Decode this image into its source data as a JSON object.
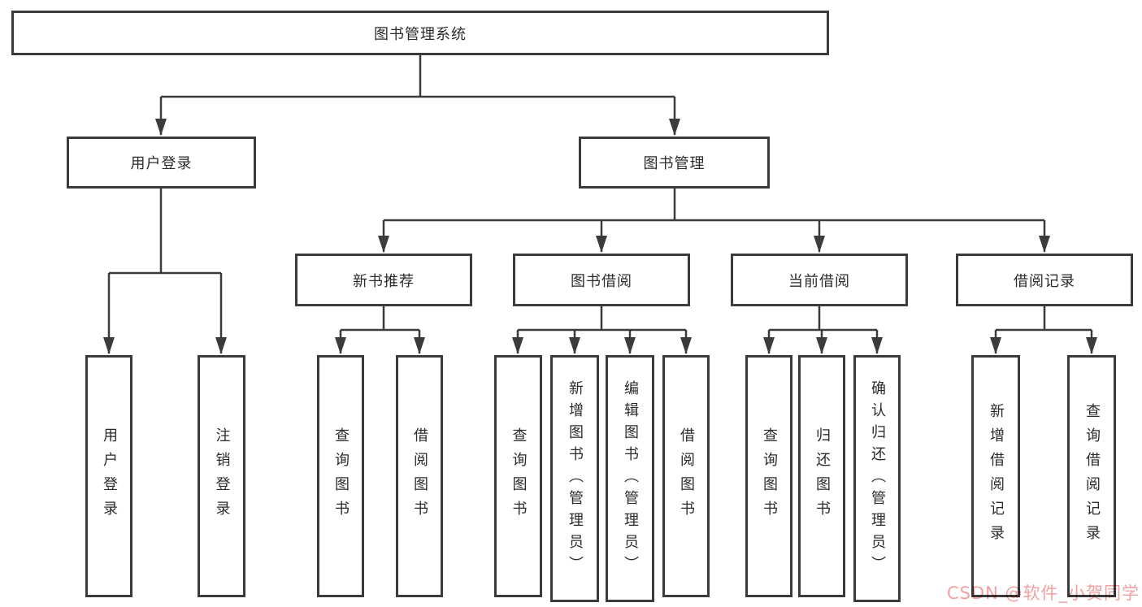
{
  "diagram": {
    "title": "图书管理系统",
    "watermark": "CSDN @软件_小贺同学",
    "colors": {
      "background": "#ffffff",
      "line": "#3b3b3b",
      "box_border": "#3b3b3b",
      "text": "#2b2b2b",
      "watermark": "#f2a0a0"
    },
    "nodes": {
      "root": {
        "label": "图书管理系统"
      },
      "user_login": {
        "label": "用户登录"
      },
      "book_management": {
        "label": "图书管理"
      },
      "new_book_recommend": {
        "label": "新书推荐"
      },
      "book_borrow": {
        "label": "图书借阅"
      },
      "current_borrow": {
        "label": "当前借阅"
      },
      "borrow_records": {
        "label": "借阅记录"
      },
      "leaf_user_login": {
        "label": "用户登录"
      },
      "leaf_logout": {
        "label": "注销登录"
      },
      "nb_query_book": {
        "label": "查询图书"
      },
      "nb_borrow_book": {
        "label": "借阅图书"
      },
      "bb_query_book": {
        "label": "查询图书"
      },
      "bb_add_book": {
        "label": "新增图书（管理员）"
      },
      "bb_edit_book": {
        "label": "编辑图书（管理员）"
      },
      "bb_borrow_book": {
        "label": "借阅图书"
      },
      "cb_query_book": {
        "label": "查询图书"
      },
      "cb_return_book": {
        "label": "归还图书"
      },
      "cb_confirm_return": {
        "label": "确认归还（管理员）"
      },
      "br_add_record": {
        "label": "新增借阅记录"
      },
      "br_query_record": {
        "label": "查询借阅记录"
      }
    },
    "hierarchy": {
      "label": "图书管理系统",
      "children": [
        {
          "label": "用户登录",
          "children": [
            {
              "label": "用户登录"
            },
            {
              "label": "注销登录"
            }
          ]
        },
        {
          "label": "图书管理",
          "children": [
            {
              "label": "新书推荐",
              "children": [
                {
                  "label": "查询图书"
                },
                {
                  "label": "借阅图书"
                }
              ]
            },
            {
              "label": "图书借阅",
              "children": [
                {
                  "label": "查询图书"
                },
                {
                  "label": "新增图书（管理员）"
                },
                {
                  "label": "编辑图书（管理员）"
                },
                {
                  "label": "借阅图书"
                }
              ]
            },
            {
              "label": "当前借阅",
              "children": [
                {
                  "label": "查询图书"
                },
                {
                  "label": "归还图书"
                },
                {
                  "label": "确认归还（管理员）"
                }
              ]
            },
            {
              "label": "借阅记录",
              "children": [
                {
                  "label": "新增借阅记录"
                },
                {
                  "label": "查询借阅记录"
                }
              ]
            }
          ]
        }
      ]
    }
  }
}
